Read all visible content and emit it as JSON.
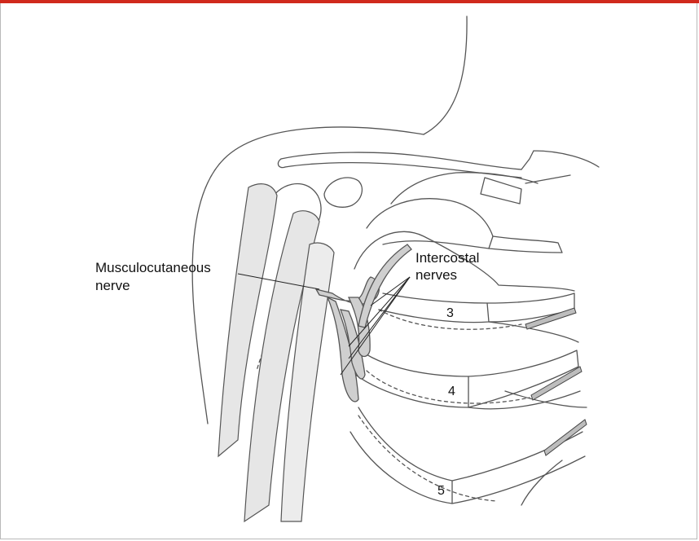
{
  "colors": {
    "accent_bar": "#d0291c",
    "line": "#555555",
    "muscle_fill": "#e6e6e6",
    "nerve_fill": "#cfcfcf"
  },
  "labels": {
    "musculocutaneous_line1": "Musculocutaneous",
    "musculocutaneous_line2": "nerve",
    "intercostal_line1": "Intercostal",
    "intercostal_line2": "nerves"
  },
  "rib_numbers": {
    "rib3": "3",
    "rib4": "4",
    "rib5": "5"
  }
}
